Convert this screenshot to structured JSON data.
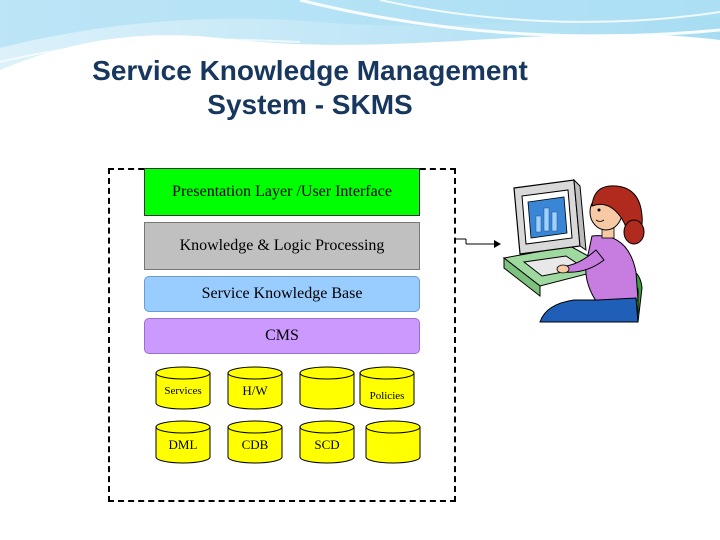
{
  "slide": {
    "title_line1": "Service Knowledge Management",
    "title_line2": "System - SKMS"
  },
  "layers": {
    "presentation": "Presentation Layer /User Interface",
    "knowledge": "Knowledge & Logic Processing",
    "service_kb": "Service Knowledge Base",
    "cms": "CMS"
  },
  "databases": {
    "row1": [
      "Services",
      "H/W",
      "",
      "Policies"
    ],
    "row2": [
      "DML",
      "CDB",
      "SCD",
      ""
    ]
  },
  "colors": {
    "title": "#17375e",
    "presentation": "#00ff00",
    "knowledge": "#c0c0c0",
    "service_kb": "#99ccff",
    "cms": "#cc99ff",
    "database": "#ffff00"
  },
  "icons": {
    "person": "user-at-computer-icon"
  }
}
